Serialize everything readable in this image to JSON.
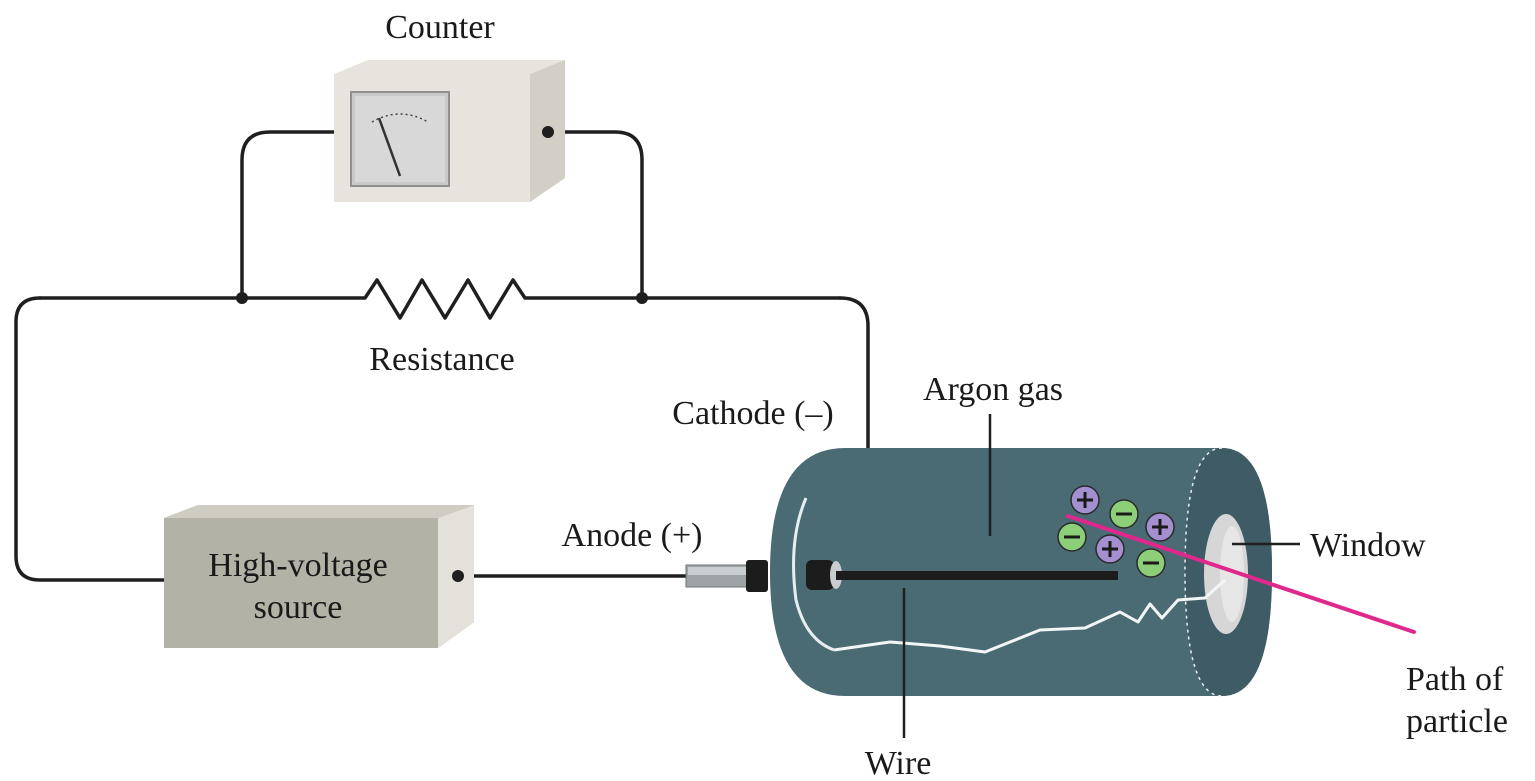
{
  "labels": {
    "counter": "Counter",
    "resistance": "Resistance",
    "cathode": "Cathode (–)",
    "argon_gas": "Argon gas",
    "anode": "Anode (+)",
    "window": "Window",
    "source_line1": "High-voltage",
    "source_line2": "source",
    "wire": "Wire",
    "path_line1": "Path of",
    "path_line2": "particle"
  },
  "ions": [
    {
      "sign": "+",
      "symbol": "plus-ion"
    },
    {
      "sign": "−",
      "symbol": "minus-ion"
    },
    {
      "sign": "+",
      "symbol": "plus-ion"
    },
    {
      "sign": "−",
      "symbol": "minus-ion"
    },
    {
      "sign": "+",
      "symbol": "plus-ion"
    },
    {
      "sign": "−",
      "symbol": "minus-ion"
    }
  ],
  "colors": {
    "tube": "#4a6a74",
    "tube_end": "#3f5c66",
    "positive_ion": "#a48fd0",
    "negative_ion": "#8ccf78",
    "particle_path": "#e0288c",
    "source_box": "#b3b2a7",
    "counter_box": "#e6e4dc"
  }
}
